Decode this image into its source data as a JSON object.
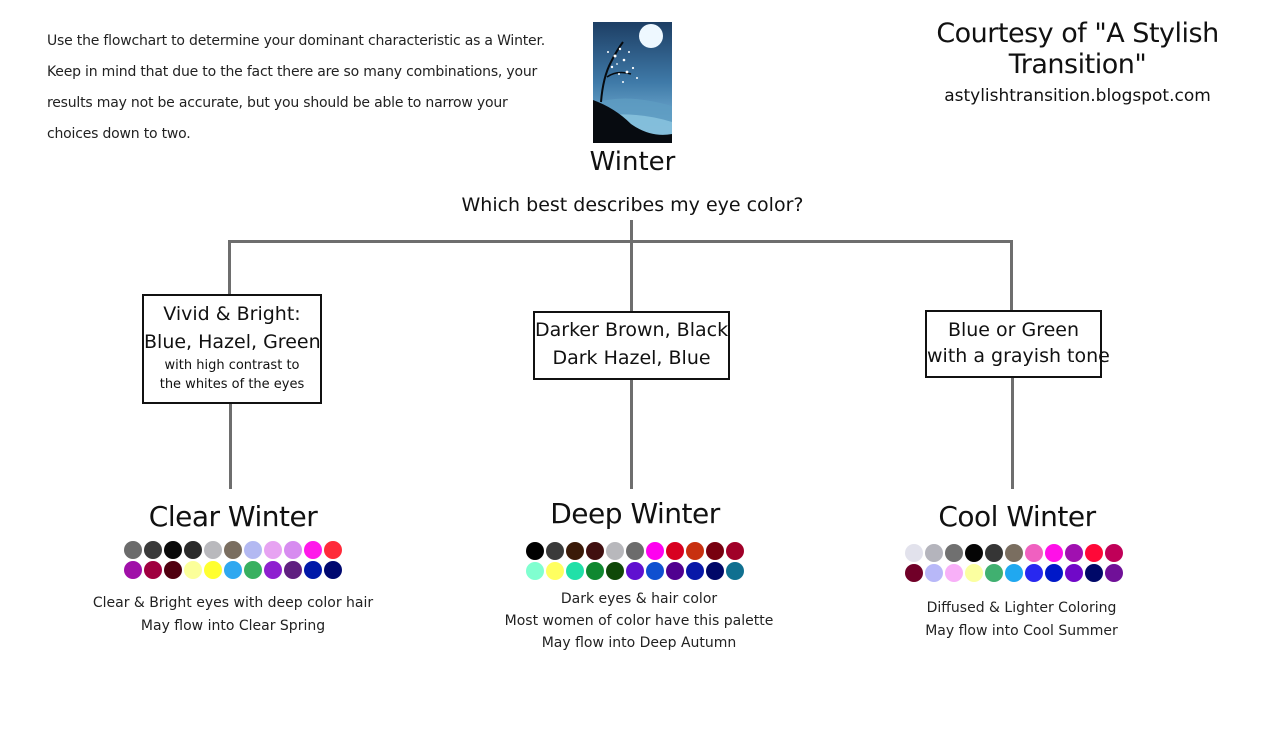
{
  "intro": {
    "lines": [
      "Use the flowchart to determine your dominant characteristic as a Winter.",
      "Keep in mind that due to the fact there are so many combinations, your",
      "results may not be accurate, but you should be able to narrow your",
      "choices down to two."
    ]
  },
  "courtesy": {
    "line1": "Courtesy of \"A Stylish Transition\"",
    "line2": "astylishtransition.blogspot.com"
  },
  "header": {
    "title": "Winter",
    "question": "Which best describes my eye color?"
  },
  "branches": [
    {
      "box_lines": [
        "Vivid & Bright:",
        "Blue, Hazel, Green"
      ],
      "box_small": [
        "with high contrast to",
        "the whites of the eyes"
      ],
      "season": "Clear Winter",
      "swatches": [
        "#6b6b6b",
        "#3a3a3a",
        "#0a0a0a",
        "#2a2a2a",
        "#b9b9bd",
        "#7a6e60",
        "#b3b9f2",
        "#e7a3f2",
        "#d78cf0",
        "#ff18ea",
        "#ff2a3a",
        "#a010a8",
        "#a00040",
        "#500010",
        "#fbff9a",
        "#ffff30",
        "#30a8f0",
        "#38b060",
        "#8e20d0",
        "#602080",
        "#0018a8",
        "#000870"
      ],
      "desc": [
        "Clear & Bright eyes with deep color hair",
        "May flow into Clear Spring"
      ]
    },
    {
      "box_lines": [
        "Darker Brown, Black",
        "Dark Hazel, Blue"
      ],
      "box_small": [],
      "season": "Deep Winter",
      "swatches": [
        "#000000",
        "#3a3a3a",
        "#3a1a08",
        "#401010",
        "#b8b8bc",
        "#6c6c6c",
        "#ff00f0",
        "#d80020",
        "#c83010",
        "#780010",
        "#a00028",
        "#80ffd0",
        "#ffff60",
        "#20e0a8",
        "#108830",
        "#104808",
        "#6010d0",
        "#1050d0",
        "#500090",
        "#0818a8",
        "#000868",
        "#107090"
      ],
      "desc": [
        "Dark eyes & hair color",
        "Most women of color have this palette",
        "May flow into Deep Autumn"
      ]
    },
    {
      "box_lines": [
        "Blue or Green",
        "with a grayish tone"
      ],
      "box_small": [],
      "season": "Cool Winter",
      "swatches": [
        "#e2e2ec",
        "#b4b4bc",
        "#707070",
        "#050505",
        "#353535",
        "#7a6e60",
        "#f060c0",
        "#ff10e8",
        "#a010b0",
        "#ff0838",
        "#c00058",
        "#700028",
        "#b8b8f8",
        "#f8b0f8",
        "#fbffa0",
        "#40b070",
        "#20a8f0",
        "#2828f0",
        "#0018c8",
        "#7008c8",
        "#000868",
        "#701098"
      ],
      "desc": [
        "Diffused & Lighter Coloring",
        "May flow into Cool Summer"
      ]
    }
  ]
}
